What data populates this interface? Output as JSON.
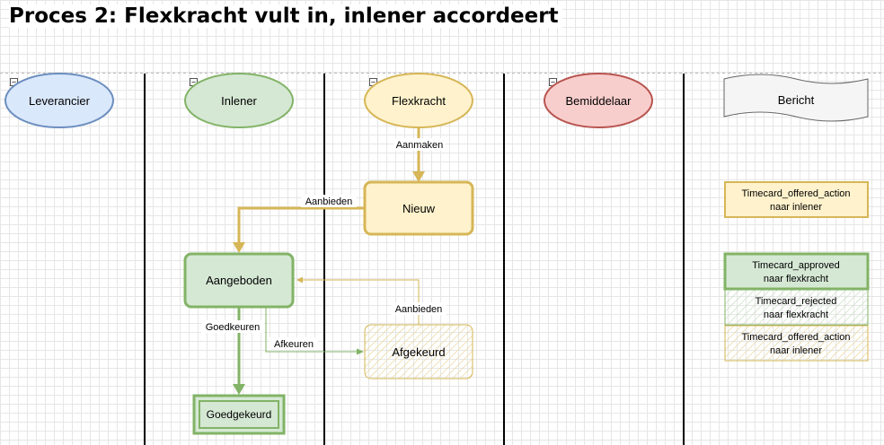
{
  "title": "Proces 2: Flexkracht vult in, inlener accordeert",
  "lanes": {
    "leverancier": "Leverancier",
    "inlener": "Inlener",
    "flexkracht": "Flexkracht",
    "bemiddelaar": "Bemiddelaar",
    "bericht": "Bericht"
  },
  "states": {
    "nieuw": "Nieuw",
    "aangeboden": "Aangeboden",
    "afgekeurd": "Afgekeurd",
    "goedgekeurd": "Goedgekeurd"
  },
  "edges": {
    "aanmaken": "Aanmaken",
    "aanbieden_1": "Aanbieden",
    "aanbieden_2": "Aanbieden",
    "goedkeuren": "Goedkeuren",
    "afkeuren": "Afkeuren"
  },
  "messages": {
    "offered_1": [
      "Timecard_offered_action",
      "naar inlener"
    ],
    "approved": [
      "Timecard_approved",
      "naar flexkracht"
    ],
    "rejected": [
      "Timecard_rejected",
      "naar flexkracht"
    ],
    "offered_2": [
      "Timecard_offered_action",
      "naar inlener"
    ]
  },
  "collapse_symbol": "−",
  "colors": {
    "blue_fill": "#dae8fc",
    "blue_stroke": "#6c8ebf",
    "green_fill": "#d5e8d4",
    "green_stroke": "#82b366",
    "yellow_fill": "#fff2cc",
    "yellow_stroke": "#d6b656",
    "red_fill": "#f8cecc",
    "red_stroke": "#b85450",
    "gray_fill": "#f5f5f5",
    "gray_stroke": "#666666"
  }
}
